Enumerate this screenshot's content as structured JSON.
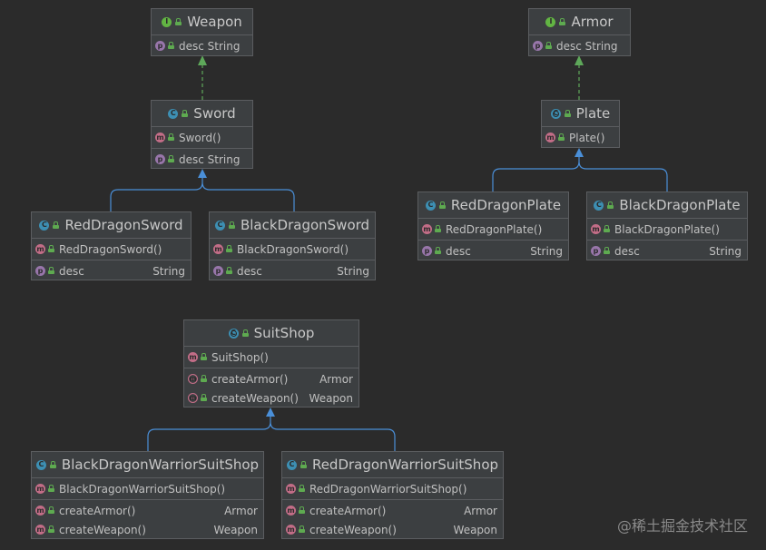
{
  "watermark": "@稀土掘金技术社区",
  "colors": {
    "background": "#2b2b2b",
    "node_fill": "#3c3f41",
    "realization_arrow": "#5ea85a",
    "generalization_arrow": "#4a8fd8"
  },
  "nodes": {
    "weapon": {
      "title": "Weapon",
      "kind": "interface",
      "rows": [
        [
          {
            "badge": "p",
            "name": "desc String",
            "type": ""
          }
        ]
      ]
    },
    "armor": {
      "title": "Armor",
      "kind": "interface",
      "rows": [
        [
          {
            "badge": "p",
            "name": "desc String",
            "type": ""
          }
        ]
      ]
    },
    "sword": {
      "title": "Sword",
      "kind": "class",
      "rows": [
        [
          {
            "badge": "m",
            "name": "Sword()",
            "type": ""
          }
        ],
        [
          {
            "badge": "p",
            "name": "desc String",
            "type": ""
          }
        ]
      ]
    },
    "plate": {
      "title": "Plate",
      "kind": "abstract",
      "rows": [
        [
          {
            "badge": "m",
            "name": "Plate()",
            "type": ""
          }
        ]
      ]
    },
    "red_dragon_sword": {
      "title": "RedDragonSword",
      "kind": "class",
      "rows": [
        [
          {
            "badge": "m",
            "name": "RedDragonSword()",
            "type": ""
          }
        ],
        [
          {
            "badge": "p",
            "name": "desc",
            "type": "String"
          }
        ]
      ]
    },
    "black_dragon_sword": {
      "title": "BlackDragonSword",
      "kind": "class",
      "rows": [
        [
          {
            "badge": "m",
            "name": "BlackDragonSword()",
            "type": ""
          }
        ],
        [
          {
            "badge": "p",
            "name": "desc",
            "type": "String"
          }
        ]
      ]
    },
    "red_dragon_plate": {
      "title": "RedDragonPlate",
      "kind": "class",
      "rows": [
        [
          {
            "badge": "m",
            "name": "RedDragonPlate()",
            "type": ""
          }
        ],
        [
          {
            "badge": "p",
            "name": "desc",
            "type": "String"
          }
        ]
      ]
    },
    "black_dragon_plate": {
      "title": "BlackDragonPlate",
      "kind": "class",
      "rows": [
        [
          {
            "badge": "m",
            "name": "BlackDragonPlate()",
            "type": ""
          }
        ],
        [
          {
            "badge": "p",
            "name": "desc",
            "type": "String"
          }
        ]
      ]
    },
    "suit_shop": {
      "title": "SuitShop",
      "kind": "abstract",
      "rows": [
        [
          {
            "badge": "m",
            "name": "SuitShop()",
            "type": ""
          }
        ],
        [
          {
            "badge": "am",
            "name": "createArmor()",
            "type": "Armor"
          },
          {
            "badge": "am",
            "name": "createWeapon()",
            "type": "Weapon"
          }
        ]
      ]
    },
    "black_dragon_warrior_suit_shop": {
      "title": "BlackDragonWarriorSuitShop",
      "kind": "class",
      "rows": [
        [
          {
            "badge": "m",
            "name": "BlackDragonWarriorSuitShop()",
            "type": ""
          }
        ],
        [
          {
            "badge": "m",
            "name": "createArmor()",
            "type": "Armor"
          },
          {
            "badge": "m",
            "name": "createWeapon()",
            "type": "Weapon"
          }
        ]
      ]
    },
    "red_dragon_warrior_suit_shop": {
      "title": "RedDragonWarriorSuitShop",
      "kind": "class",
      "rows": [
        [
          {
            "badge": "m",
            "name": "RedDragonWarriorSuitShop()",
            "type": ""
          }
        ],
        [
          {
            "badge": "m",
            "name": "createArmor()",
            "type": "Armor"
          },
          {
            "badge": "m",
            "name": "createWeapon()",
            "type": "Weapon"
          }
        ]
      ]
    }
  }
}
